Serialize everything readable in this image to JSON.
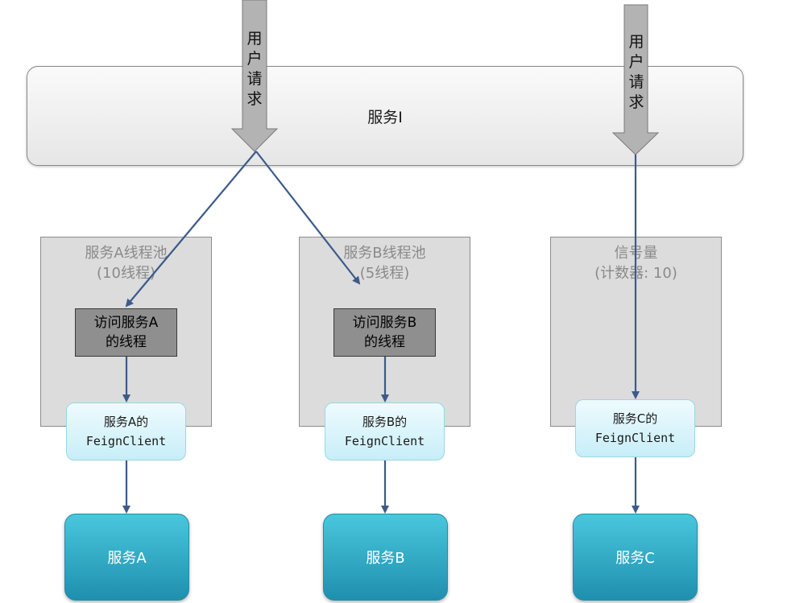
{
  "service_i": "服务I",
  "request_label": [
    "用",
    "户",
    "请",
    "求"
  ],
  "pools": [
    {
      "title": "服务A线程池",
      "subtitle": "(10线程)",
      "thread_line1": "访问服务A",
      "thread_line2": "的线程"
    },
    {
      "title": "服务B线程池",
      "subtitle": "(5线程)",
      "thread_line1": "访问服务B",
      "thread_line2": "的线程"
    },
    {
      "title": "信号量",
      "subtitle": "(计数器: 10)"
    }
  ],
  "feign": [
    {
      "line1": "服务A的",
      "line2": "FeignClient"
    },
    {
      "line1": "服务B的",
      "line2": "FeignClient"
    },
    {
      "line1": "服务C的",
      "line2": "FeignClient"
    }
  ],
  "services": [
    "服务A",
    "服务B",
    "服务C"
  ],
  "colors": {
    "arrow": "#3d5a8a",
    "service_fill": "#2aa6c4",
    "feign_fill": "#d6f3fb",
    "pool_fill": "#dcdcdc"
  }
}
